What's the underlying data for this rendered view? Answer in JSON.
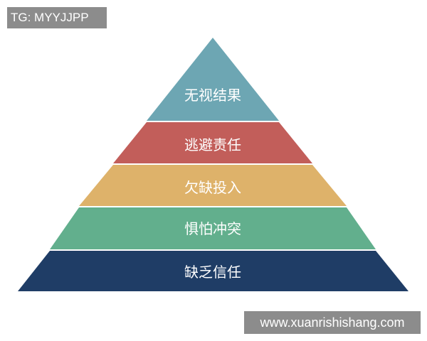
{
  "watermarks": {
    "top_left": "TG: MYYJJPP",
    "bottom_right": "www.xuanrishishang.com"
  },
  "pyramid": {
    "levels": [
      {
        "label": "无视结果",
        "color": "#6da6b3"
      },
      {
        "label": "逃避责任",
        "color": "#c25e5a"
      },
      {
        "label": "欠缺投入",
        "color": "#deb26a"
      },
      {
        "label": "惧怕冲突",
        "color": "#62af8d"
      },
      {
        "label": "缺乏信任",
        "color": "#1f3d66"
      }
    ]
  }
}
